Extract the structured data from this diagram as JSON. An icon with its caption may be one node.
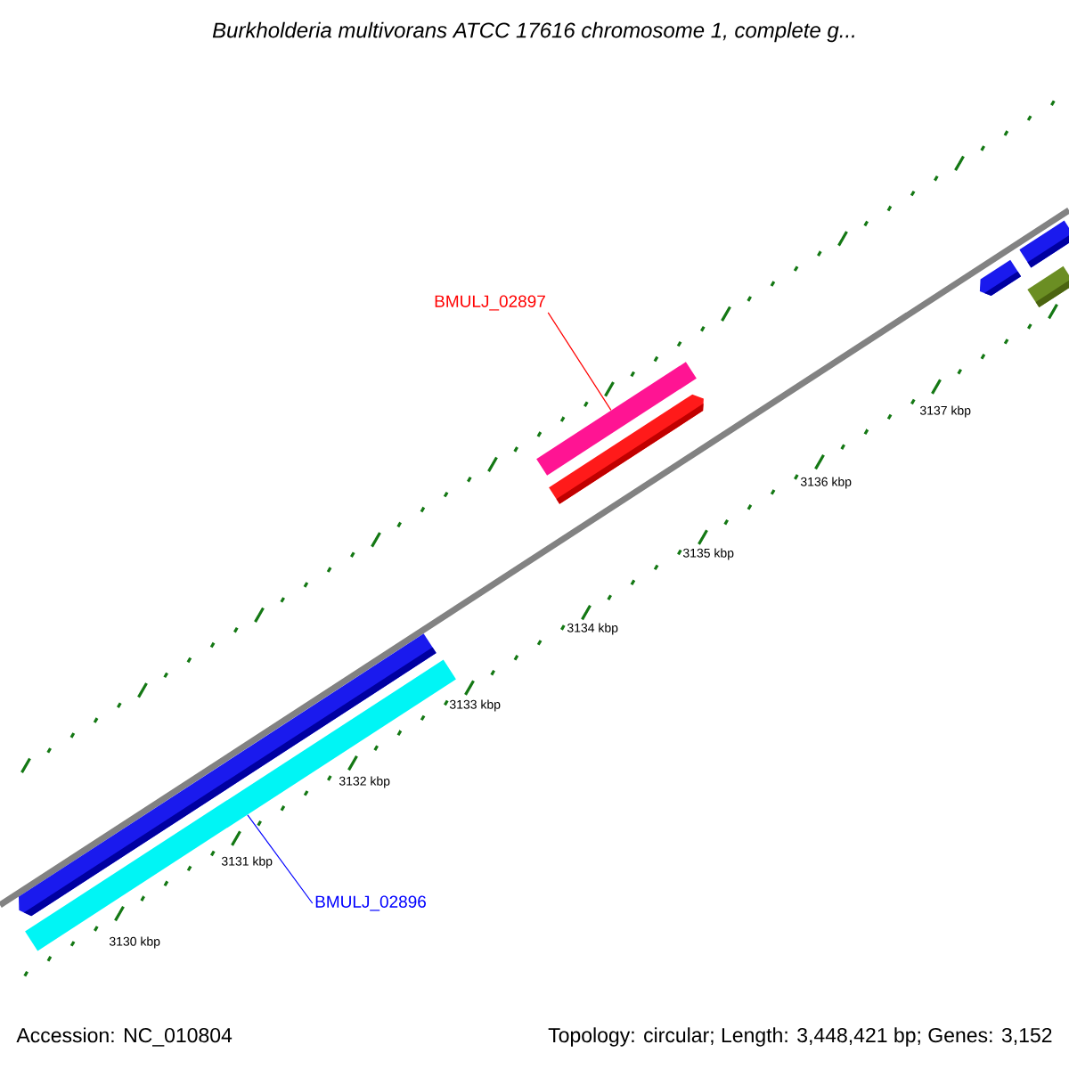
{
  "diagram": {
    "title": "Burkholderia multivorans ATCC 17616 chromosome 1, complete g...",
    "nodes": [
      {
        "text": [
          "BMULJ_02897"
        ]
      },
      {
        "text": [],
        "shape": "bar"
      },
      {
        "text": [
          "BMULJ_02896"
        ]
      },
      {
        "text": [],
        "shape": "bar"
      }
    ],
    "edges": [
      {
        "from": 0,
        "to": 1,
        "arrow": "none",
        "color": "#ff0000"
      },
      {
        "from": 2,
        "to": 3,
        "arrow": "none",
        "color": "#0000ff"
      }
    ],
    "labels": [
      "3137 kbp",
      "3136 kbp",
      "3135 kbp",
      "3134 kbp",
      "3133 kbp",
      "3132 kbp",
      "3131 kbp",
      "3130 kbp",
      "Accession: NC_010804",
      "Topology: circular; Length: 3,448,421 bp; Genes: 3,152"
    ]
  }
}
